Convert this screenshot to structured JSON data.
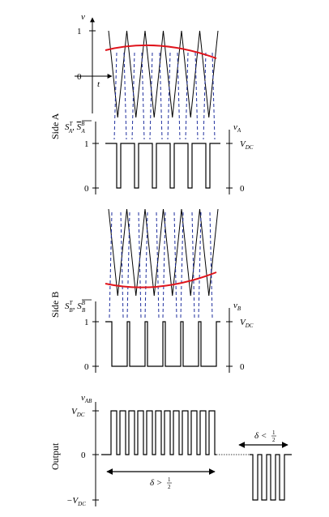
{
  "panels": {
    "side_a": {
      "row_label": "Side A",
      "axis_v": "v",
      "axis_t": "t",
      "tick_1": "1",
      "tick_0": "0",
      "switch_label": "S",
      "switch_sup": "T",
      "switch_sub": "A",
      "switch_bar_sup": "B",
      "switch_bar_sub": "A",
      "level_1": "1",
      "level_0": "0",
      "right_label_main": "v",
      "right_label_sub": "A",
      "right_vdc_main": "V",
      "right_vdc_sub": "DC",
      "right_zero": "0"
    },
    "side_b": {
      "row_label": "Side B",
      "switch_label": "S",
      "switch_sup": "T",
      "switch_sub": "B",
      "switch_bar_sup": "B",
      "switch_bar_sub": "B",
      "level_1": "1",
      "level_0": "0",
      "right_label_main": "v",
      "right_label_sub": "B",
      "right_vdc_main": "V",
      "right_vdc_sub": "DC",
      "right_zero": "0"
    },
    "output": {
      "row_label": "Output",
      "axis_main": "v",
      "axis_sub": "AB",
      "vdc_main": "V",
      "vdc_sub": "DC",
      "zero": "0",
      "neg_vdc_prefix": "−V",
      "neg_vdc_sub": "DC",
      "delta_gt": "δ > ",
      "delta_lt": "δ < ",
      "half_num": "1",
      "half_den": "2"
    }
  },
  "colors": {
    "carrier": "#000000",
    "reference": "#e0141c",
    "dashed": "#1f2f9e",
    "axis": "#000000"
  }
}
